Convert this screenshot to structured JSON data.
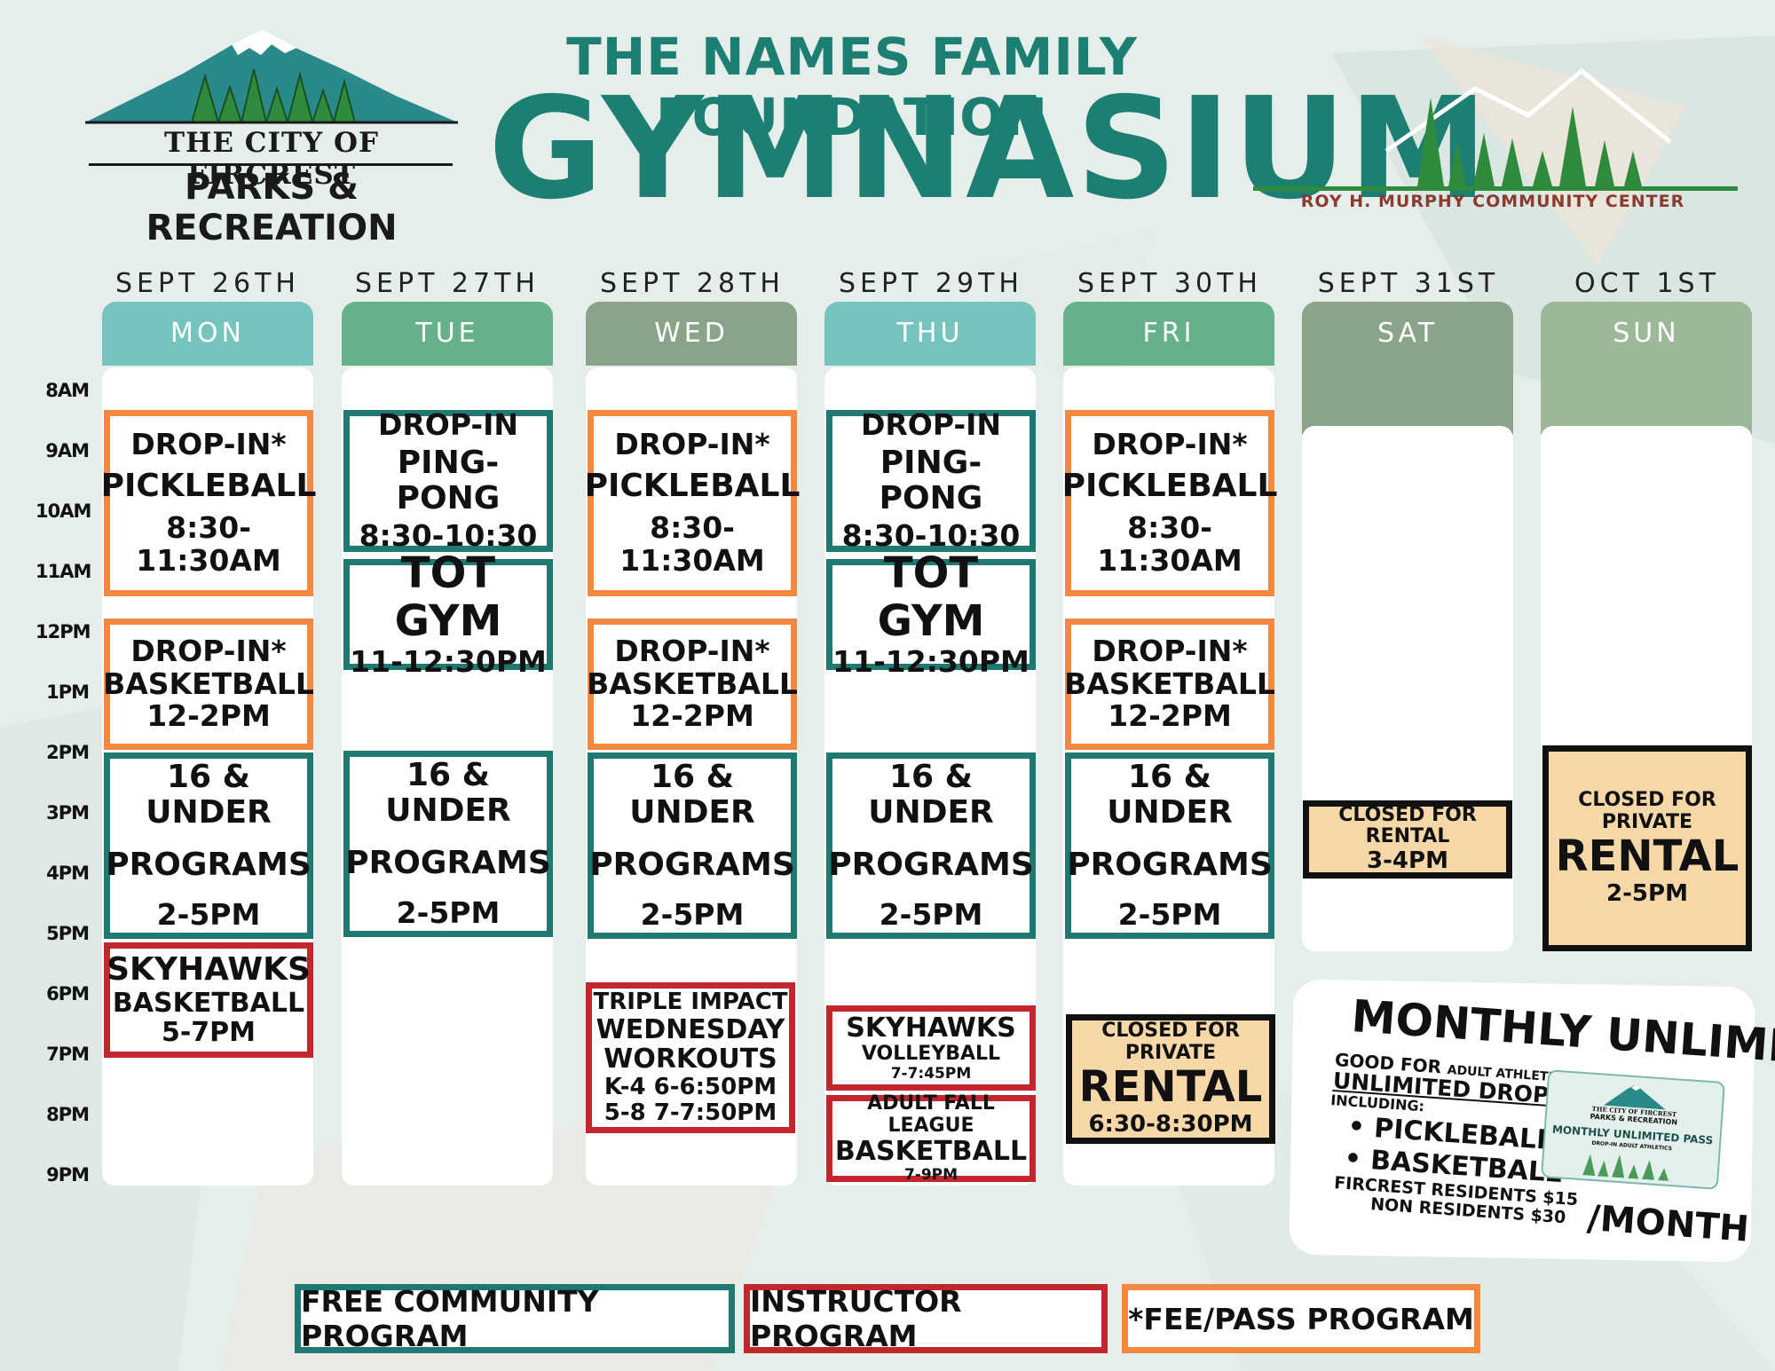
{
  "header": {
    "title_top": "THE NAMES FAMILY FOUNDATION",
    "title_main": "GYMNASIUM",
    "logo_left_line1": "THE CITY OF FIRCREST",
    "logo_left_line2": "PARKS & RECREATION",
    "logo_right": "ROY H. MURPHY COMMUNITY CENTER"
  },
  "times": [
    "8AM",
    "9AM",
    "10AM",
    "11AM",
    "12PM",
    "1PM",
    "2PM",
    "3PM",
    "4PM",
    "5PM",
    "6PM",
    "7PM",
    "8PM",
    "9PM"
  ],
  "days": [
    {
      "date": "SEPT 26TH",
      "day": "MON"
    },
    {
      "date": "SEPT 27TH",
      "day": "TUE"
    },
    {
      "date": "SEPT 28TH",
      "day": "WED"
    },
    {
      "date": "SEPT 29TH",
      "day": "THU"
    },
    {
      "date": "SEPT 30TH",
      "day": "FRI"
    },
    {
      "date": "SEPT 31ST",
      "day": "SAT"
    },
    {
      "date": "OCT 1ST",
      "day": "SUN"
    }
  ],
  "colors": {
    "teal": "#1e7a70",
    "orange": "#f4883e",
    "red": "#c1272d",
    "rental_fill": "#f6d7a8"
  },
  "events": {
    "mon": {
      "pickleball": [
        "DROP-IN*",
        "PICKLEBALL",
        "8:30-11:30AM"
      ],
      "basketball": [
        "DROP-IN*",
        "BASKETBALL",
        "12-2PM"
      ],
      "under16": [
        "16 & UNDER",
        "PROGRAMS",
        "2-5PM"
      ],
      "skyhawks": [
        "SKYHAWKS",
        "BASKETBALL",
        "5-7PM"
      ]
    },
    "tue": {
      "pingpong": [
        "DROP-IN",
        "PING-PONG",
        "8:30-10:30"
      ],
      "totgym": [
        "TOT GYM",
        "11-12:30PM"
      ],
      "under16": [
        "16 & UNDER",
        "PROGRAMS",
        "2-5PM"
      ]
    },
    "wed": {
      "pickleball": [
        "DROP-IN*",
        "PICKLEBALL",
        "8:30-11:30AM"
      ],
      "basketball": [
        "DROP-IN*",
        "BASKETBALL",
        "12-2PM"
      ],
      "under16": [
        "16 & UNDER",
        "PROGRAMS",
        "2-5PM"
      ],
      "triple": [
        "TRIPLE IMPACT",
        "WEDNESDAY",
        "WORKOUTS",
        "K-4 6-6:50PM",
        "5-8 7-7:50PM"
      ]
    },
    "thu": {
      "pingpong": [
        "DROP-IN",
        "PING-PONG",
        "8:30-10:30"
      ],
      "totgym": [
        "TOT GYM",
        "11-12:30PM"
      ],
      "under16": [
        "16 & UNDER",
        "PROGRAMS",
        "2-5PM"
      ],
      "volleyball": [
        "SKYHAWKS",
        "VOLLEYBALL",
        "7-7:45PM"
      ],
      "adult": [
        "ADULT FALL LEAGUE",
        "BASKETBALL",
        "7-9PM"
      ]
    },
    "fri": {
      "pickleball": [
        "DROP-IN*",
        "PICKLEBALL",
        "8:30-11:30AM"
      ],
      "basketball": [
        "DROP-IN*",
        "BASKETBALL",
        "12-2PM"
      ],
      "under16": [
        "16 & UNDER",
        "PROGRAMS",
        "2-5PM"
      ],
      "rental": [
        "CLOSED FOR PRIVATE",
        "RENTAL",
        "6:30-8:30PM"
      ]
    },
    "sat": {
      "rental": [
        "CLOSED FOR RENTAL",
        "3-4PM"
      ]
    },
    "sun": {
      "rental": [
        "CLOSED FOR PRIVATE",
        "RENTAL",
        "2-5PM"
      ]
    }
  },
  "legend": {
    "free": "FREE COMMUNITY PROGRAM",
    "instructor": "INSTRUCTOR PROGRAM",
    "fee": "*FEE/PASS PROGRAM"
  },
  "monthly_pass": {
    "title": "MONTHLY UNLIMITED",
    "good_for": "GOOD FOR",
    "adult_athletic": "ADULT ATHLETIC",
    "unlimited": "UNLIMITED DROP-IN",
    "including": "INCLUDING:",
    "items": [
      "PICKLEBALL",
      "BASKETBALL"
    ],
    "residents": "FIRCREST RESIDENTS $15",
    "nonresidents": "NON RESIDENTS $30",
    "per_month": "/MONTH",
    "card_line1": "THE CITY OF FIRCREST",
    "card_line2": "PARKS & RECREATION",
    "card_title": "MONTHLY UNLIMITED PASS",
    "card_sub": "DROP-IN ADULT ATHLETICS"
  }
}
